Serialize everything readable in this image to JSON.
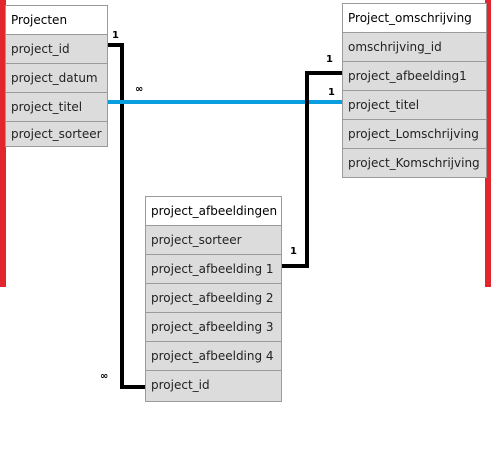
{
  "tables": {
    "projecten": {
      "title": "Projecten",
      "fields": [
        "project_id",
        "project_datum",
        "project_titel",
        "project_sorteer"
      ]
    },
    "omschrijving": {
      "title": "Project_omschrijving",
      "fields": [
        "omschrijving_id",
        "project_afbeelding1",
        "project_titel",
        "project_Lomschrijving",
        "project_Komschrijving"
      ]
    },
    "afbeeldingen": {
      "title": "project_afbeeldingen",
      "fields": [
        "project_sorteer",
        "project_afbeelding 1",
        "project_afbeelding 2",
        "project_afbeelding 3",
        "project_afbeelding  4",
        "project_id"
      ]
    }
  },
  "relations": {
    "rel_id": {
      "from_card": "1",
      "to_card": "∞"
    },
    "rel_titel": {
      "from_card": "∞",
      "to_card": "1"
    },
    "rel_afbeelding": {
      "from_card": "1",
      "to_card": "1"
    }
  },
  "colors": {
    "frame": "#e3262d",
    "line_black": "#000000",
    "line_blue": "#0a9ee0",
    "row_fill": "#dcdcdc",
    "border": "#9a9a9a"
  }
}
